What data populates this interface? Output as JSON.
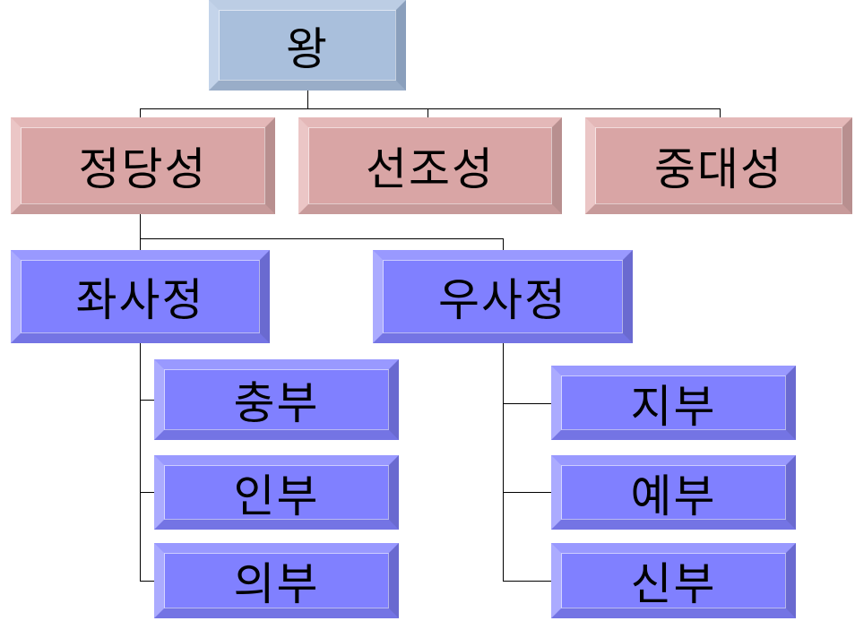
{
  "king": "왕",
  "departments": [
    "정당성",
    "선조성",
    "중대성"
  ],
  "ministers": [
    "좌사정",
    "우사정"
  ],
  "left_bureaus": [
    "충부",
    "인부",
    "의부"
  ],
  "right_bureaus": [
    "지부",
    "예부",
    "신부"
  ]
}
